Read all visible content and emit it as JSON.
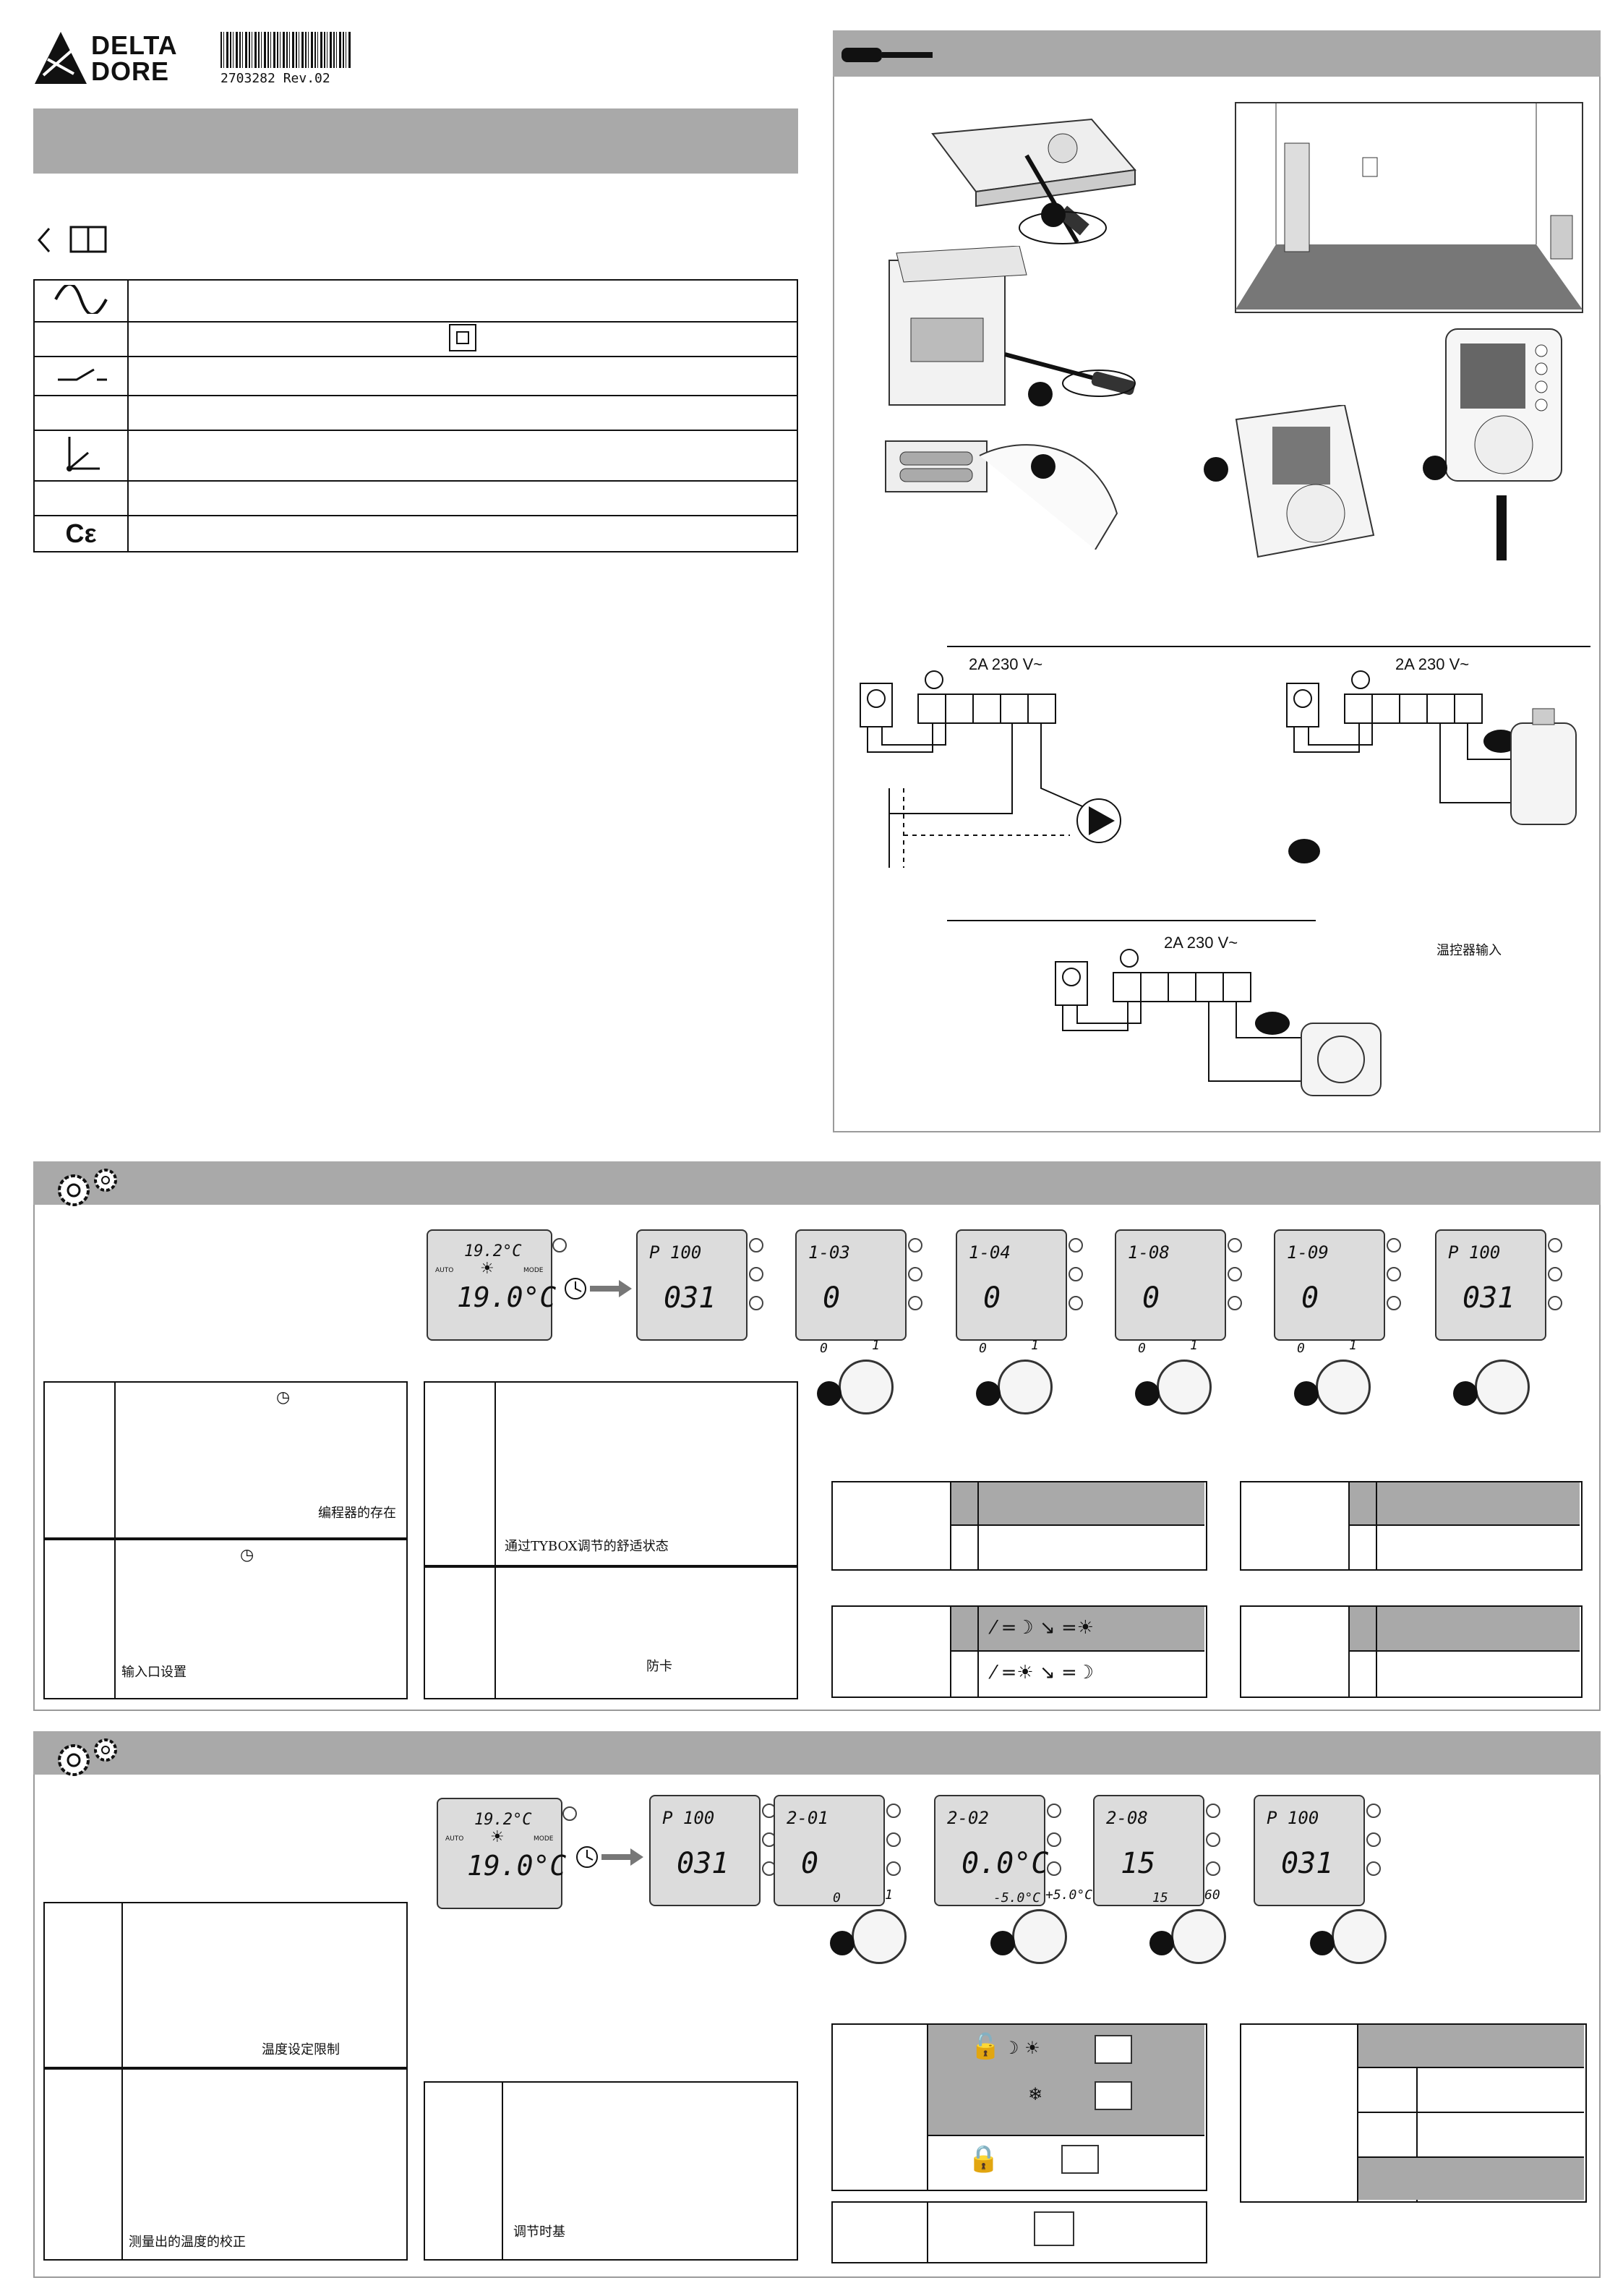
{
  "header": {
    "brand_line1": "DELTA",
    "brand_line2": "DORE",
    "barcode_text": "2703282 Rev.02"
  },
  "wiring": {
    "rating_1": "2A 230 V~",
    "rating_2": "2A 230 V~",
    "rating_3": "2A 230 V~",
    "thermostat_input": "温控器输入"
  },
  "section2": {
    "screen_temp_small": "19.2°C",
    "screen_temp_big": "19.0°C",
    "auto": "AUTO",
    "mode": "MODE",
    "screens": [
      {
        "top": "P 100",
        "big": "031"
      },
      {
        "top": "1-03",
        "big": "0"
      },
      {
        "top": "1-04",
        "big": "0"
      },
      {
        "top": "1-08",
        "big": "0"
      },
      {
        "top": "1-09",
        "big": "0"
      },
      {
        "top": "P 100",
        "big": "031"
      }
    ],
    "dial_left": "0",
    "dial_right": "1",
    "box1_text": "编程器的存在",
    "box2_text": "输入口设置",
    "box3_text": "通过TYBOX调节的舒适状态",
    "box4_text": "防卡"
  },
  "section3": {
    "screen_temp_small": "19.2°C",
    "screen_temp_big": "19.0°C",
    "auto": "AUTO",
    "mode": "MODE",
    "screens": [
      {
        "top": "P 100",
        "big": "031"
      },
      {
        "top": "2-01",
        "big": "0"
      },
      {
        "top": "2-02",
        "big": "0.0°C"
      },
      {
        "top": "2-08",
        "big": "15"
      },
      {
        "top": "P 100",
        "big": "031"
      }
    ],
    "dial_labels": [
      {
        "left": "0",
        "right": "1"
      },
      {
        "left": "-5.0°C",
        "right": "+5.0°C"
      },
      {
        "left": "15",
        "right": "60"
      }
    ],
    "box1_text": "温度设定限制",
    "box2_text": "测量出的温度的校正",
    "box3_text": "调节时基"
  },
  "colors": {
    "bar": "#a9a9a9",
    "frame": "#9a9a9a",
    "lcd": "#dcdcdc"
  }
}
